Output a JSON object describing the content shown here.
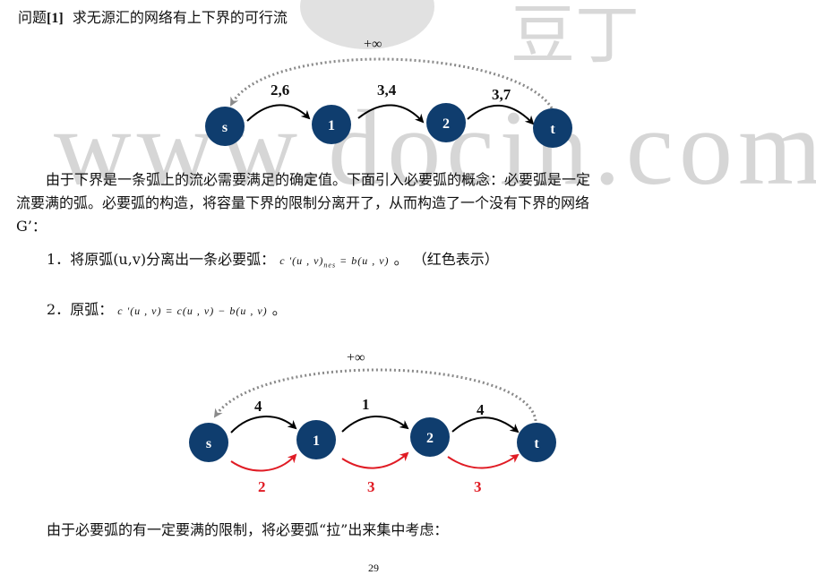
{
  "watermark": {
    "text": "www.docin.com",
    "logo_char": "豆丁"
  },
  "title": {
    "prefix": "问题",
    "number": "[1]",
    "text": "求无源汇的网络有上下界的可行流"
  },
  "graph1": {
    "infinity_label": "+∞",
    "nodes": [
      "s",
      "1",
      "2",
      "t"
    ],
    "edges": [
      {
        "from": "s",
        "to": "1",
        "label": "2,6"
      },
      {
        "from": "1",
        "to": "2",
        "label": "3,4"
      },
      {
        "from": "2",
        "to": "t",
        "label": "3,7"
      }
    ],
    "back_edge": {
      "from": "t",
      "to": "s",
      "label": "+∞",
      "style": "dotted"
    },
    "node_color": "#0f3d6e"
  },
  "paragraph": {
    "line1": "由于下界是一条弧上的流必需要满足的确定值。下面引入必要弧的概念：必要弧是一定",
    "line2": "流要满的弧。必要弧的构造，将容量下界的限制分离开了，从而构造了一个没有下界的网络",
    "line3": "G’："
  },
  "items": [
    {
      "num": "1．",
      "text": "将原弧(u,v)分离出一条必要弧：",
      "formula_main": "c '(u , v)",
      "formula_sub": "nes",
      "formula_rest": " = b(u , v)",
      "end": " 。",
      "note": "（红色表示）"
    },
    {
      "num": "2．",
      "text": "原弧：",
      "formula": "c '(u , v) = c(u , v) − b(u , v)",
      "end": " 。"
    }
  ],
  "graph2": {
    "infinity_label": "+∞",
    "nodes": [
      "s",
      "1",
      "2",
      "t"
    ],
    "edges": [
      {
        "from": "s",
        "to": "1",
        "label": "4",
        "color": "#000000"
      },
      {
        "from": "1",
        "to": "2",
        "label": "1",
        "color": "#000000"
      },
      {
        "from": "2",
        "to": "t",
        "label": "4",
        "color": "#000000"
      }
    ],
    "necessary_edges": [
      {
        "from": "s",
        "to": "1",
        "label": "2",
        "color": "#e01b24"
      },
      {
        "from": "1",
        "to": "2",
        "label": "3",
        "color": "#e01b24"
      },
      {
        "from": "2",
        "to": "t",
        "label": "3",
        "color": "#e01b24"
      }
    ],
    "back_edge": {
      "from": "t",
      "to": "s",
      "label": "+∞",
      "style": "dotted"
    }
  },
  "note": "由于必要弧的有一定要满的限制，将必要弧“拉”出来集中考虑：",
  "page_number": "29"
}
